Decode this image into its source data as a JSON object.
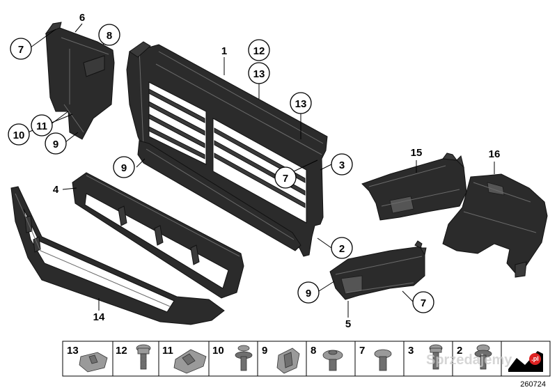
{
  "callouts": {
    "c1": "1",
    "c2": "2",
    "c3": "3",
    "c4": "4",
    "c5": "5",
    "c6": "6",
    "c7a": "7",
    "c7b": "7",
    "c7c": "7",
    "c8": "8",
    "c9a": "9",
    "c9b": "9",
    "c9c": "9",
    "c10": "10",
    "c11": "11",
    "c12": "12",
    "c13a": "13",
    "c13b": "13",
    "c14": "14",
    "c15": "15",
    "c16": "16"
  },
  "legend": [
    "13",
    "12",
    "11",
    "10",
    "9",
    "8",
    "7",
    "3",
    "2"
  ],
  "catalog_number": "260724",
  "watermark": {
    "text": "Sprzedajemy",
    "badge": ".pl"
  }
}
